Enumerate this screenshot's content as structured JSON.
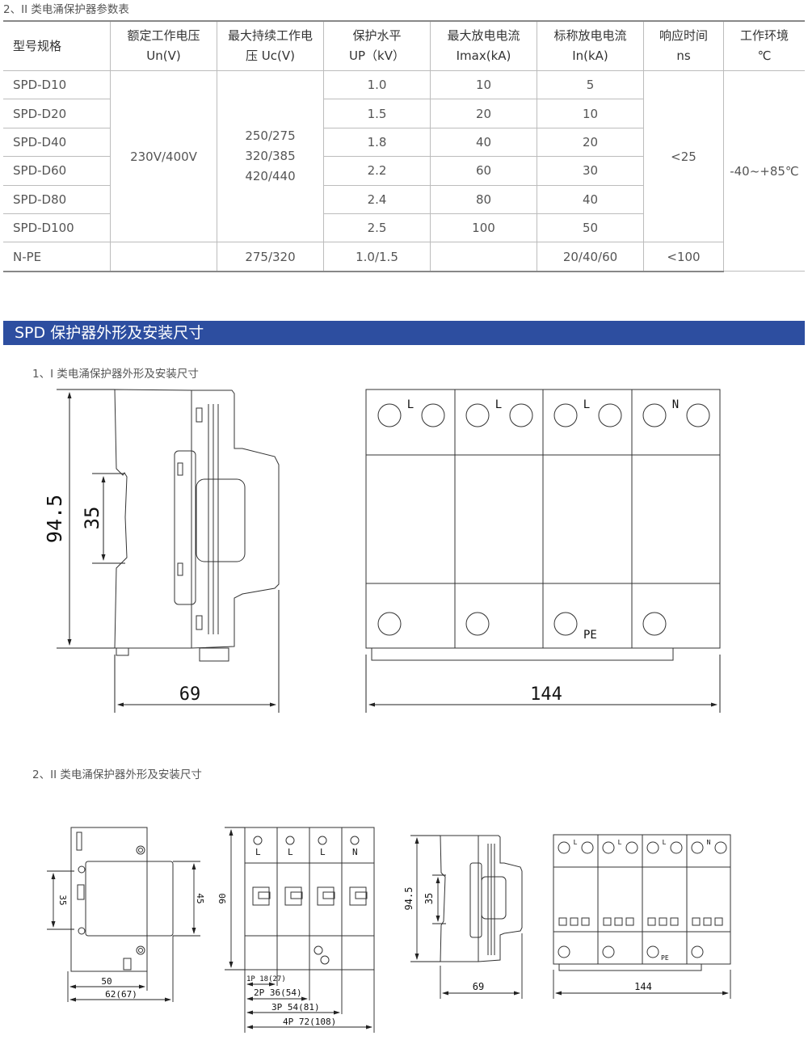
{
  "table_caption": "2、II 类电涌保护器参数表",
  "table": {
    "headers": [
      [
        "型号规格"
      ],
      [
        "额定工作电压",
        "Un(V)"
      ],
      [
        "最大持续工作电",
        "压 Uc(V)"
      ],
      [
        "保护水平",
        "UP（kV）"
      ],
      [
        "最大放电电流",
        "Imax(kA)"
      ],
      [
        "标称放电电流",
        "In(kA)"
      ],
      [
        "响应时间",
        "ns"
      ],
      [
        "工作环境",
        "℃"
      ]
    ],
    "models": [
      "SPD-D10",
      "SPD-D20",
      "SPD-D40",
      "SPD-D60",
      "SPD-D80",
      "SPD-D100"
    ],
    "rated_voltage": "230V/400V",
    "uc_lines": [
      "250/275",
      "320/385",
      "420/440"
    ],
    "up": [
      "1.0",
      "1.5",
      "1.8",
      "2.2",
      "2.4",
      "2.5"
    ],
    "imax": [
      "10",
      "20",
      "40",
      "60",
      "80",
      "100"
    ],
    "in": [
      "5",
      "10",
      "20",
      "30",
      "40",
      "50"
    ],
    "response": "<25",
    "environment": "-40~+85℃",
    "npe": {
      "model": "N-PE",
      "uc": "275/320",
      "up": "1.0/1.5",
      "imax": "",
      "in": "20/40/60",
      "response": "<100"
    }
  },
  "section_title": "SPD 保护器外形及安装尺寸",
  "drawing1": {
    "caption": "1、I 类电涌保护器外形及安装尺寸",
    "height": "94.5",
    "rail": "35",
    "depth": "69",
    "width": "144",
    "terminals": [
      "L",
      "L",
      "L",
      "N"
    ],
    "pe": "PE"
  },
  "drawing2": {
    "caption": "2、II 类电涌保护器外形及安装尺寸",
    "side_rail": "35",
    "side_height": "45",
    "side_width": "50",
    "side_width2": "62(67)",
    "front_height": "90",
    "poles": [
      "1P 18(27)",
      "2P 36(54)",
      "3P 54(81)",
      "4P 72(108)"
    ],
    "terminals": [
      "L",
      "L",
      "L",
      "N"
    ],
    "profile_height": "94.5",
    "profile_rail": "35",
    "profile_depth": "69",
    "module_width": "144",
    "pe": "PE"
  }
}
